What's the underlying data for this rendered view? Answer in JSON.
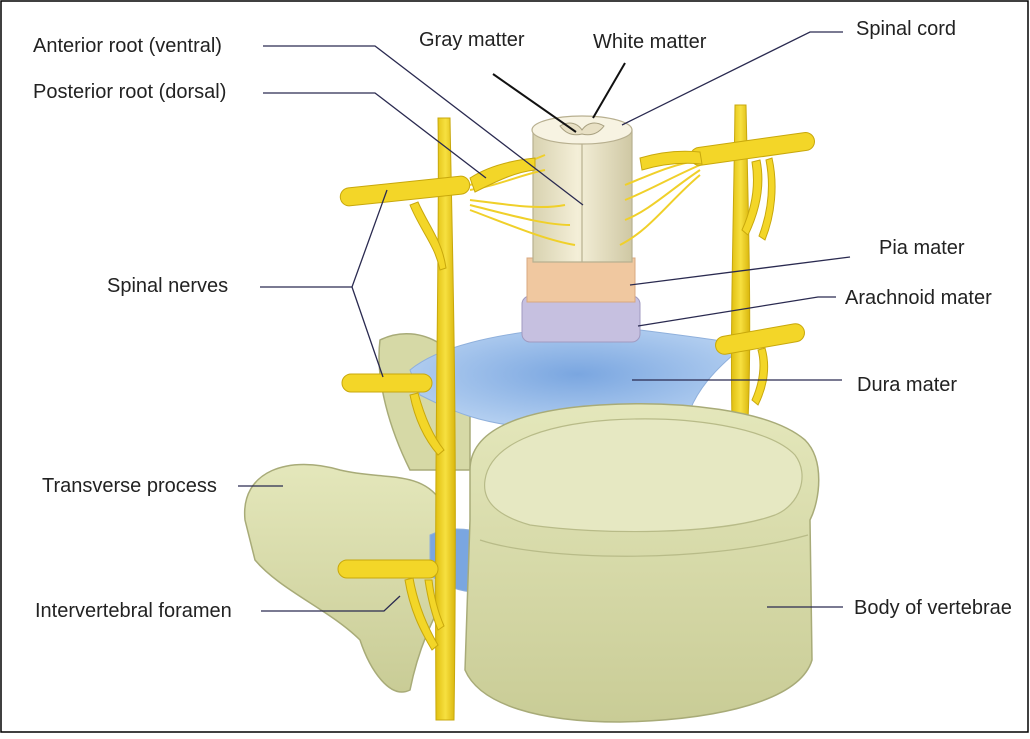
{
  "labels": {
    "anterior_root": "Anterior root (ventral)",
    "posterior_root": "Posterior root (dorsal)",
    "gray_matter": "Gray matter",
    "white_matter": "White matter",
    "spinal_cord": "Spinal cord",
    "spinal_nerves": "Spinal nerves",
    "pia_mater": "Pia mater",
    "arachnoid_mater": "Arachnoid mater",
    "dura_mater": "Dura mater",
    "transverse_process": "Transverse process",
    "intervertebral_foramen": "Intervertebral foramen",
    "body_of_vertebrae": "Body of vertebrae"
  },
  "colors": {
    "border": "#000000",
    "nerve": "#f1d21e",
    "nerve_outline": "#c8a80c",
    "cord": "#ece6c8",
    "pia": "#f0c8a0",
    "arachnoid": "#c6c0e0",
    "dura": "#9cc0ea",
    "bone": "#dcdfae",
    "bone_shadow": "#b8bb84",
    "leader_line": "#2a2a50"
  }
}
